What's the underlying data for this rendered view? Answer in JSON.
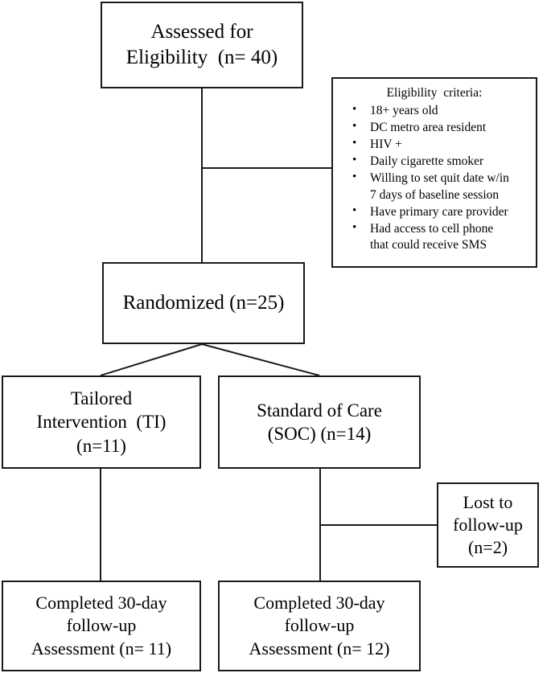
{
  "diagram": {
    "title": "CONSORT participant flow diagram",
    "ink_color": "#1a1a1a",
    "background": "#ffffff"
  },
  "nodes": {
    "assessed": {
      "name": "assessed-for-eligibility",
      "line1": "Assessed for",
      "line2": "Eligibility  (n= 40)",
      "count": 40
    },
    "randomized": {
      "name": "randomized",
      "line1": "Randomized (n=25)",
      "count": 25
    },
    "tailored_intervention": {
      "name": "tailored-intervention",
      "line1": "Tailored",
      "line2": "Intervention  (TI)",
      "line3": "(n=11)",
      "count": 11
    },
    "standard_of_care": {
      "name": "standard-of-care",
      "line1": "Standard of Care",
      "line2": "(SOC) (n=14)",
      "count": 14
    },
    "lost_to_followup": {
      "name": "lost-to-follow-up",
      "line1": "Lost to",
      "line2": "follow-up",
      "line3": "(n=2)",
      "count": 2
    },
    "completed_ti": {
      "name": "completed-30-day-follow-up-ti",
      "line1": "Completed 30-day",
      "line2": "follow-up",
      "line3": "Assessment (n= 11)",
      "count": 11
    },
    "completed_soc": {
      "name": "completed-30-day-follow-up-soc",
      "line1": "Completed 30-day",
      "line2": "follow-up",
      "line3": "Assessment (n= 12)",
      "count": 12
    }
  },
  "criteria": {
    "title": "Eligibility  criteria:",
    "bullet_glyph": "•",
    "items": [
      {
        "line1": "18+ years old",
        "line2": ""
      },
      {
        "line1": "DC metro area resident",
        "line2": ""
      },
      {
        "line1": "HIV +",
        "line2": ""
      },
      {
        "line1": "Daily cigarette smoker",
        "line2": ""
      },
      {
        "line1": "Willing  to set quit date w/in",
        "line2": "7 days of baseline session"
      },
      {
        "line1": "Have primary care provider",
        "line2": ""
      },
      {
        "line1": "Had access to cell phone",
        "line2": "that could receive SMS"
      }
    ]
  }
}
